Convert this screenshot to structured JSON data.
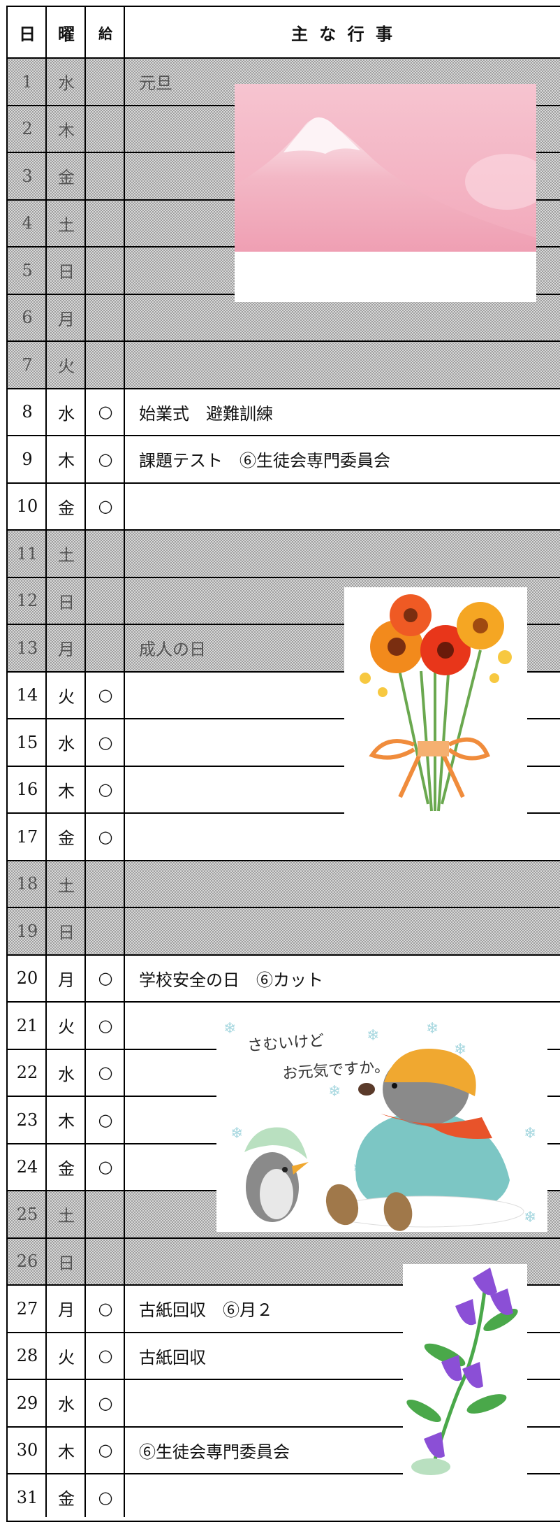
{
  "header": {
    "day": "日",
    "weekday": "曜",
    "check": "給",
    "events": "主 な 行 事"
  },
  "rows": [
    {
      "day": "1",
      "weekday": "水",
      "mark": "",
      "event": "元旦",
      "holiday": true
    },
    {
      "day": "2",
      "weekday": "木",
      "mark": "",
      "event": "",
      "holiday": true
    },
    {
      "day": "3",
      "weekday": "金",
      "mark": "",
      "event": "",
      "holiday": true
    },
    {
      "day": "4",
      "weekday": "土",
      "mark": "",
      "event": "",
      "holiday": true
    },
    {
      "day": "5",
      "weekday": "日",
      "mark": "",
      "event": "",
      "holiday": true
    },
    {
      "day": "6",
      "weekday": "月",
      "mark": "",
      "event": "",
      "holiday": true
    },
    {
      "day": "7",
      "weekday": "火",
      "mark": "",
      "event": "",
      "holiday": true
    },
    {
      "day": "8",
      "weekday": "水",
      "mark": "○",
      "event": "始業式　避難訓練",
      "holiday": false
    },
    {
      "day": "9",
      "weekday": "木",
      "mark": "○",
      "event": "課題テスト　⑥生徒会専門委員会",
      "holiday": false
    },
    {
      "day": "10",
      "weekday": "金",
      "mark": "○",
      "event": "",
      "holiday": false
    },
    {
      "day": "11",
      "weekday": "土",
      "mark": "",
      "event": "",
      "holiday": true
    },
    {
      "day": "12",
      "weekday": "日",
      "mark": "",
      "event": "",
      "holiday": true
    },
    {
      "day": "13",
      "weekday": "月",
      "mark": "",
      "event": "成人の日",
      "holiday": true
    },
    {
      "day": "14",
      "weekday": "火",
      "mark": "○",
      "event": "",
      "holiday": false
    },
    {
      "day": "15",
      "weekday": "水",
      "mark": "○",
      "event": "",
      "holiday": false
    },
    {
      "day": "16",
      "weekday": "木",
      "mark": "○",
      "event": "",
      "holiday": false
    },
    {
      "day": "17",
      "weekday": "金",
      "mark": "○",
      "event": "",
      "holiday": false
    },
    {
      "day": "18",
      "weekday": "土",
      "mark": "",
      "event": "",
      "holiday": true
    },
    {
      "day": "19",
      "weekday": "日",
      "mark": "",
      "event": "",
      "holiday": true
    },
    {
      "day": "20",
      "weekday": "月",
      "mark": "○",
      "event": "学校安全の日　⑥カット",
      "holiday": false
    },
    {
      "day": "21",
      "weekday": "火",
      "mark": "○",
      "event": "",
      "holiday": false
    },
    {
      "day": "22",
      "weekday": "水",
      "mark": "○",
      "event": "",
      "holiday": false
    },
    {
      "day": "23",
      "weekday": "木",
      "mark": "○",
      "event": "",
      "holiday": false
    },
    {
      "day": "24",
      "weekday": "金",
      "mark": "○",
      "event": "",
      "holiday": false
    },
    {
      "day": "25",
      "weekday": "土",
      "mark": "",
      "event": "",
      "holiday": true
    },
    {
      "day": "26",
      "weekday": "日",
      "mark": "",
      "event": "",
      "holiday": true
    },
    {
      "day": "27",
      "weekday": "月",
      "mark": "○",
      "event": "古紙回収　⑥月２",
      "holiday": false
    },
    {
      "day": "28",
      "weekday": "火",
      "mark": "○",
      "event": "古紙回収",
      "holiday": false
    },
    {
      "day": "29",
      "weekday": "水",
      "mark": "○",
      "event": "",
      "holiday": false
    },
    {
      "day": "30",
      "weekday": "木",
      "mark": "○",
      "event": "⑥生徒会専門委員会",
      "holiday": false
    },
    {
      "day": "31",
      "weekday": "金",
      "mark": "○",
      "event": "",
      "holiday": false
    }
  ],
  "illustrations": {
    "mountain": {
      "name": "mt-fuji-illustration",
      "sky": "#f4b3c2",
      "snow": "#fbe6ec"
    },
    "flowers": {
      "name": "gerbera-bouquet-illustration",
      "petal": "#f0581f",
      "ribbon": "#f08c3c"
    },
    "winter": {
      "caption": "さむいけど\nお元気ですか。",
      "coat": "#7cc6c4",
      "hat": "#f0a830",
      "snow": "#a8d8e0"
    },
    "bellflower": {
      "name": "bellflower-illustration",
      "petal": "#8b4fd6",
      "leaf": "#4aa84a"
    }
  }
}
